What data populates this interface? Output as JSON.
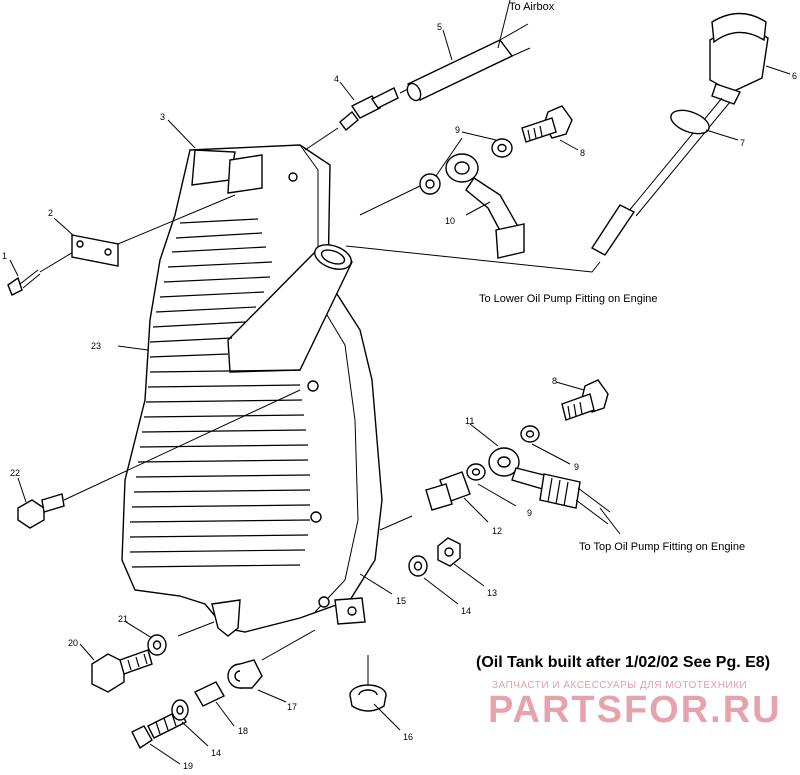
{
  "parts": [
    {
      "id": "p1",
      "label": "1"
    },
    {
      "id": "p2",
      "label": "2"
    },
    {
      "id": "p3",
      "label": "3"
    },
    {
      "id": "p4",
      "label": "4"
    },
    {
      "id": "p5",
      "label": "5"
    },
    {
      "id": "p6",
      "label": "6"
    },
    {
      "id": "p7",
      "label": "7"
    },
    {
      "id": "p8a",
      "label": "8"
    },
    {
      "id": "p8b",
      "label": "8"
    },
    {
      "id": "p9a",
      "label": "9"
    },
    {
      "id": "p9b",
      "label": "9"
    },
    {
      "id": "p9c",
      "label": "9"
    },
    {
      "id": "p10",
      "label": "10"
    },
    {
      "id": "p11",
      "label": "11"
    },
    {
      "id": "p12",
      "label": "12"
    },
    {
      "id": "p13",
      "label": "13"
    },
    {
      "id": "p14a",
      "label": "14"
    },
    {
      "id": "p14b",
      "label": "14"
    },
    {
      "id": "p15",
      "label": "15"
    },
    {
      "id": "p16",
      "label": "16"
    },
    {
      "id": "p17",
      "label": "17"
    },
    {
      "id": "p18",
      "label": "18"
    },
    {
      "id": "p19",
      "label": "19"
    },
    {
      "id": "p20",
      "label": "20"
    },
    {
      "id": "p21",
      "label": "21"
    },
    {
      "id": "p22",
      "label": "22"
    },
    {
      "id": "p23",
      "label": "23"
    }
  ],
  "notes": {
    "airbox": "To Airbox",
    "lower_pump": "To Lower Oil Pump Fitting on Engine",
    "top_pump": "To Top Oil Pump Fitting on Engine"
  },
  "caption": "(Oil Tank built after 1/02/02 See Pg. E8)",
  "watermark": {
    "tagline": "ЗАПЧАСТИ И АКСЕССУАРЫ ДЛЯ МОТОТЕХНИКИ",
    "brand": "PARTSFOR.RU",
    "color": "#e6a3ab"
  }
}
